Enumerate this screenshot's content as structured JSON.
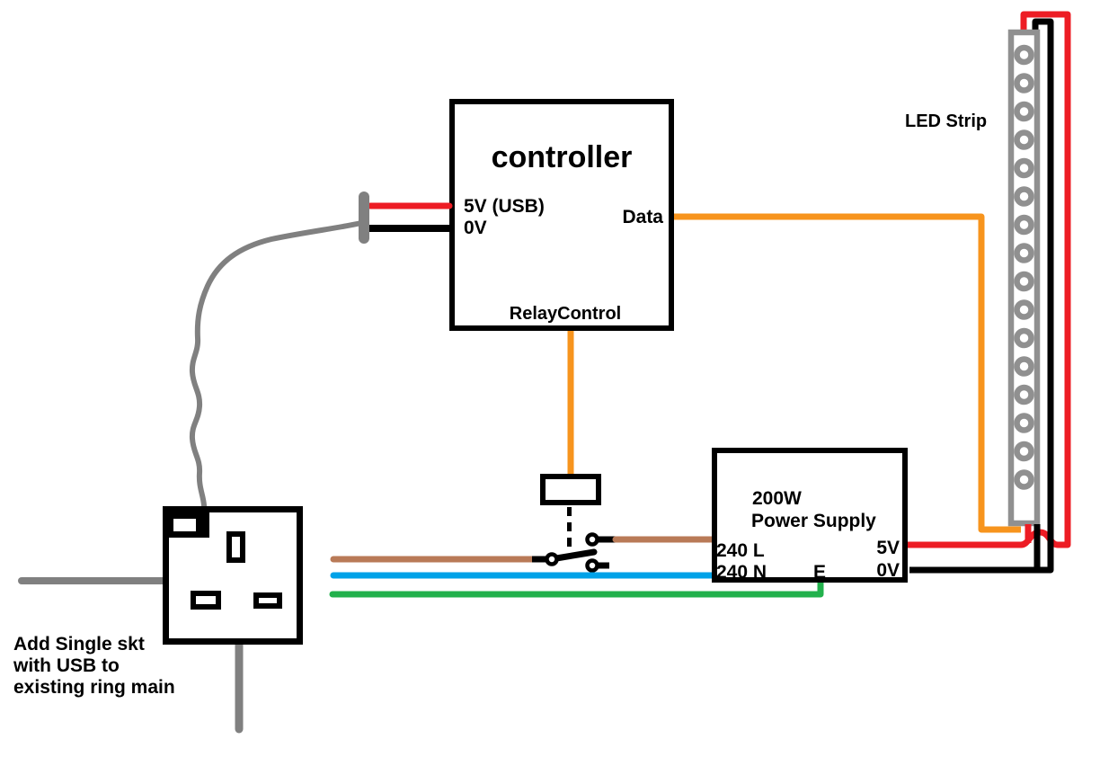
{
  "colors": {
    "black": "#000000",
    "white": "#ffffff",
    "red": "#ed1c24",
    "orange": "#f7941d",
    "brown": "#b97a57",
    "blue": "#00a2e8",
    "green": "#22b14c",
    "gray": "#808080",
    "strip_gray": "#909090"
  },
  "controller": {
    "title": "controller",
    "pin_5v_usb": "5V (USB)",
    "pin_0v": "0V",
    "pin_data": "Data",
    "pin_relay": "RelayControl"
  },
  "power_supply": {
    "name_line1": "200W",
    "name_line2": "Power Supply",
    "pin_live": "240 L",
    "pin_neutral": "240 N",
    "pin_earth": "E",
    "pin_5v": "5V",
    "pin_0v": "0V"
  },
  "led_strip": {
    "label": "LED Strip",
    "led_count": 16
  },
  "socket_note": {
    "line1": "Add Single skt",
    "line2": "with USB to",
    "line3": "existing ring main"
  }
}
